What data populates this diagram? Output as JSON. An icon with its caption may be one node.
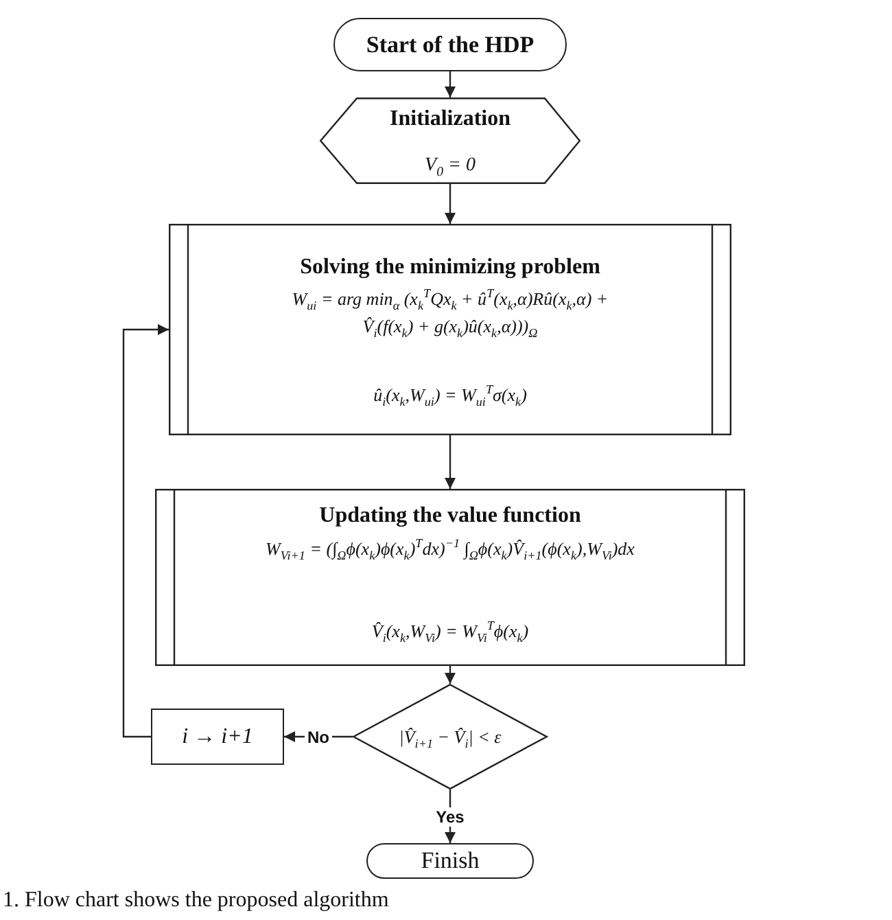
{
  "diagram": {
    "caption": "1. Flow chart shows the proposed algorithm",
    "nodes": [
      {
        "text": [
          "Start of the HDP"
        ]
      },
      {
        "text": [
          "Initialization",
          "V$_{0}$ = 0"
        ]
      },
      {
        "text": [
          "Solving the minimizing problem",
          "W$_{ui}$ = arg min$_{α}$ (x$_{k}$$^{T}$Qx$_{k}$ + û$^{T}$(x$_{k}$,α)Rû(x$_{k}$,α) + V̂$_{i}$(f(x$_{k}$) + g(x$_{k}$)û(x$_{k}$,α)))$_{Ω}$",
          "û$_{i}$(x$_{k}$,W$_{ui}$) = W$_{ui}$$^{T}$σ(x$_{k}$)"
        ]
      },
      {
        "text": [
          "Updating the value function",
          "W$_{Vi+1}$ = (∫$_{Ω}$ϕ(x$_{k}$)ϕ(x$_{k}$)$^{T}$dx)$^{−1}$ ∫$_{Ω}$ϕ(x$_{k}$)V̂$_{i+1}$(ϕ(x$_{k}$),W$_{Vi}$)dx",
          "V̂$_{i}$(x$_{k}$,W$_{Vi}$) = W$_{Vi}$$^{T}$ϕ(x$_{k}$)"
        ]
      },
      {
        "text": [
          "|V̂$_{i+1}$ − V̂$_{i}$| < ε"
        ]
      },
      {
        "text": [
          "i → i+1"
        ]
      },
      {
        "text": [
          "Finish"
        ]
      }
    ],
    "edges": [
      {
        "from": 0,
        "to": 1,
        "arrow": "to"
      },
      {
        "from": 1,
        "to": 2,
        "arrow": "to"
      },
      {
        "from": 2,
        "to": 3,
        "arrow": "to"
      },
      {
        "from": 3,
        "to": 4,
        "arrow": "to"
      },
      {
        "from": 4,
        "to": 5,
        "arrow": "to",
        "label": "No"
      },
      {
        "from": 5,
        "to": 2,
        "arrow": "to"
      },
      {
        "from": 4,
        "to": 6,
        "arrow": "to",
        "label": "Yes"
      }
    ]
  }
}
